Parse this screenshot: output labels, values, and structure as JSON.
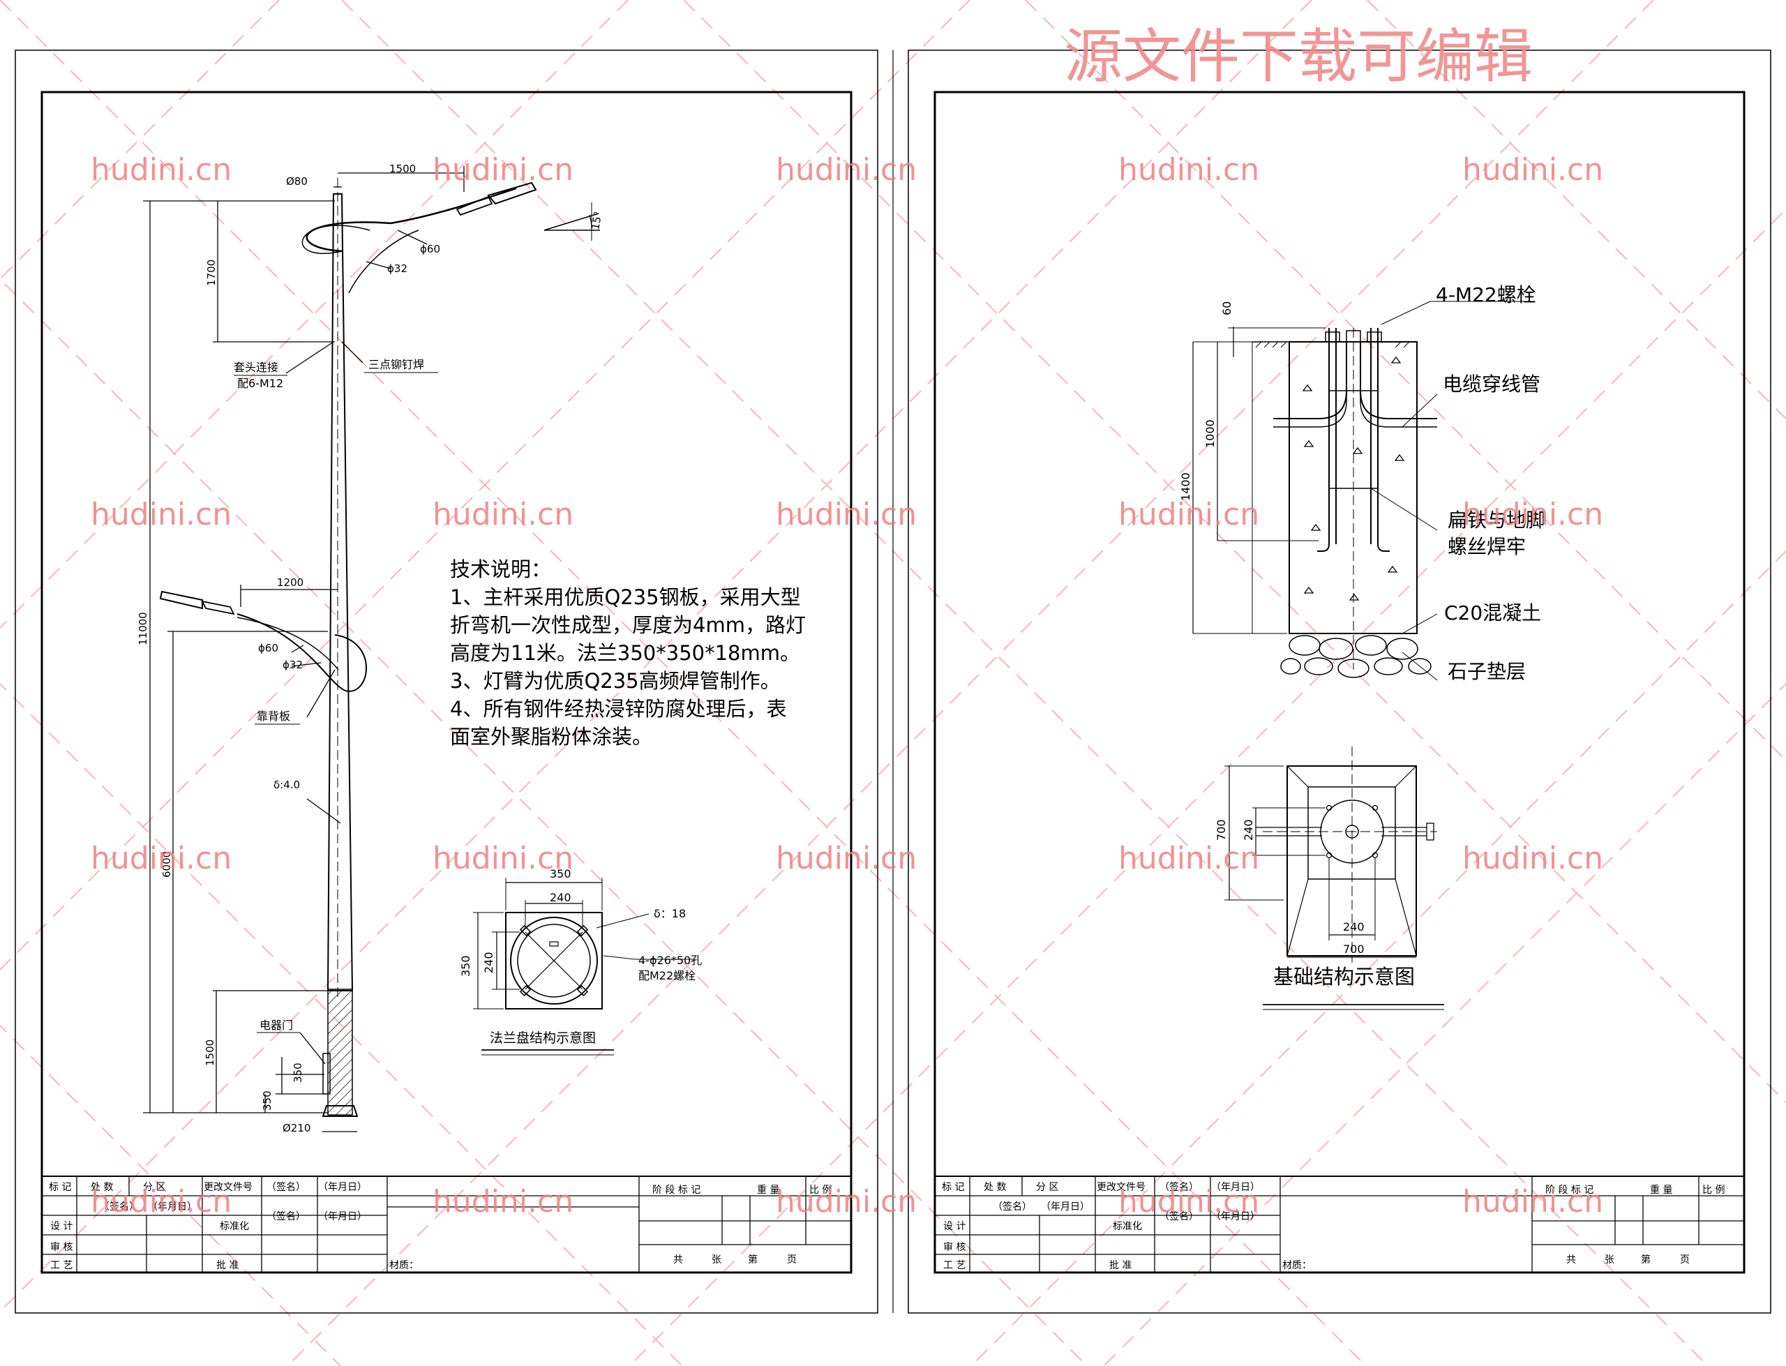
{
  "watermark": {
    "top_title": "源文件下载可编辑",
    "site": "hudini.cn"
  },
  "left_sheet": {
    "pole_dims": {
      "top_dia": "Ø80",
      "upper_arm_len": "1500",
      "upper_arm_dia1": "ϕ60",
      "upper_arm_dia2": "ϕ32",
      "upper_arm_height": "1700",
      "angle": "15°",
      "total_height": "11000",
      "lower_arm_len": "1200",
      "lower_arm_dia1": "ϕ60",
      "lower_arm_dia2": "ϕ32",
      "lower_height": "6000",
      "thickness": "δ:4.0",
      "door_height": "1500",
      "door_size": "350",
      "door_base": "350",
      "bottom_dia": "Ø210"
    },
    "pole_labels": {
      "sleeve": "套头连接",
      "sleeve_bolts": "配6-M12",
      "weld": "三点铆钉焊",
      "back_plate": "靠背板",
      "door": "电器门"
    },
    "notes": {
      "title": "技术说明：",
      "lines": [
        "1、主杆采用优质Q235钢板，采用大型",
        "折弯机一次性成型，厚度为4mm，路灯",
        "高度为11米。法兰350*350*18mm。",
        "3、灯臂为优质Q235高频焊管制作。",
        "4、所有钢件经热浸锌防腐处理后，表",
        "面室外聚脂粉体涂装。"
      ]
    },
    "flange": {
      "outer": "350",
      "inner": "240",
      "outer_v": "350",
      "inner_v": "240",
      "thickness": "δ：18",
      "holes": "4-ϕ26*50孔",
      "bolts": "配M22螺栓",
      "caption": "法兰盘结构示意图"
    }
  },
  "right_sheet": {
    "foundation": {
      "bolt_label": "4-M22螺栓",
      "top_offset": "60",
      "depth1": "1000",
      "depth2": "1400",
      "cable_pipe": "电缆穿线管",
      "flat_iron_1": "扁铁与地脚",
      "flat_iron_2": "螺丝焊牢",
      "concrete": "C20混凝土",
      "gravel": "石子垫层"
    },
    "plan": {
      "side_v": "700",
      "inner_v": "240",
      "inner_h": "240",
      "side_h": "700",
      "caption": "基础结构示意图"
    }
  },
  "title_block": {
    "row1": [
      "标 记",
      "处 数",
      "分 区",
      "更改文件号",
      "（签名）",
      "（年月日）"
    ],
    "stage_mark": "阶 段 标 记",
    "weight": "重 量",
    "scale": "比 例",
    "design": "设 计",
    "sign": "（签名）",
    "date": "（年月日）",
    "standard": "标准化",
    "sign2": "（签名）",
    "date2": "（年月日）",
    "review": "审 核",
    "process": "工 艺",
    "approve": "批 准",
    "material": "材质：",
    "sheets": [
      "共",
      "张",
      "第",
      "页"
    ]
  }
}
